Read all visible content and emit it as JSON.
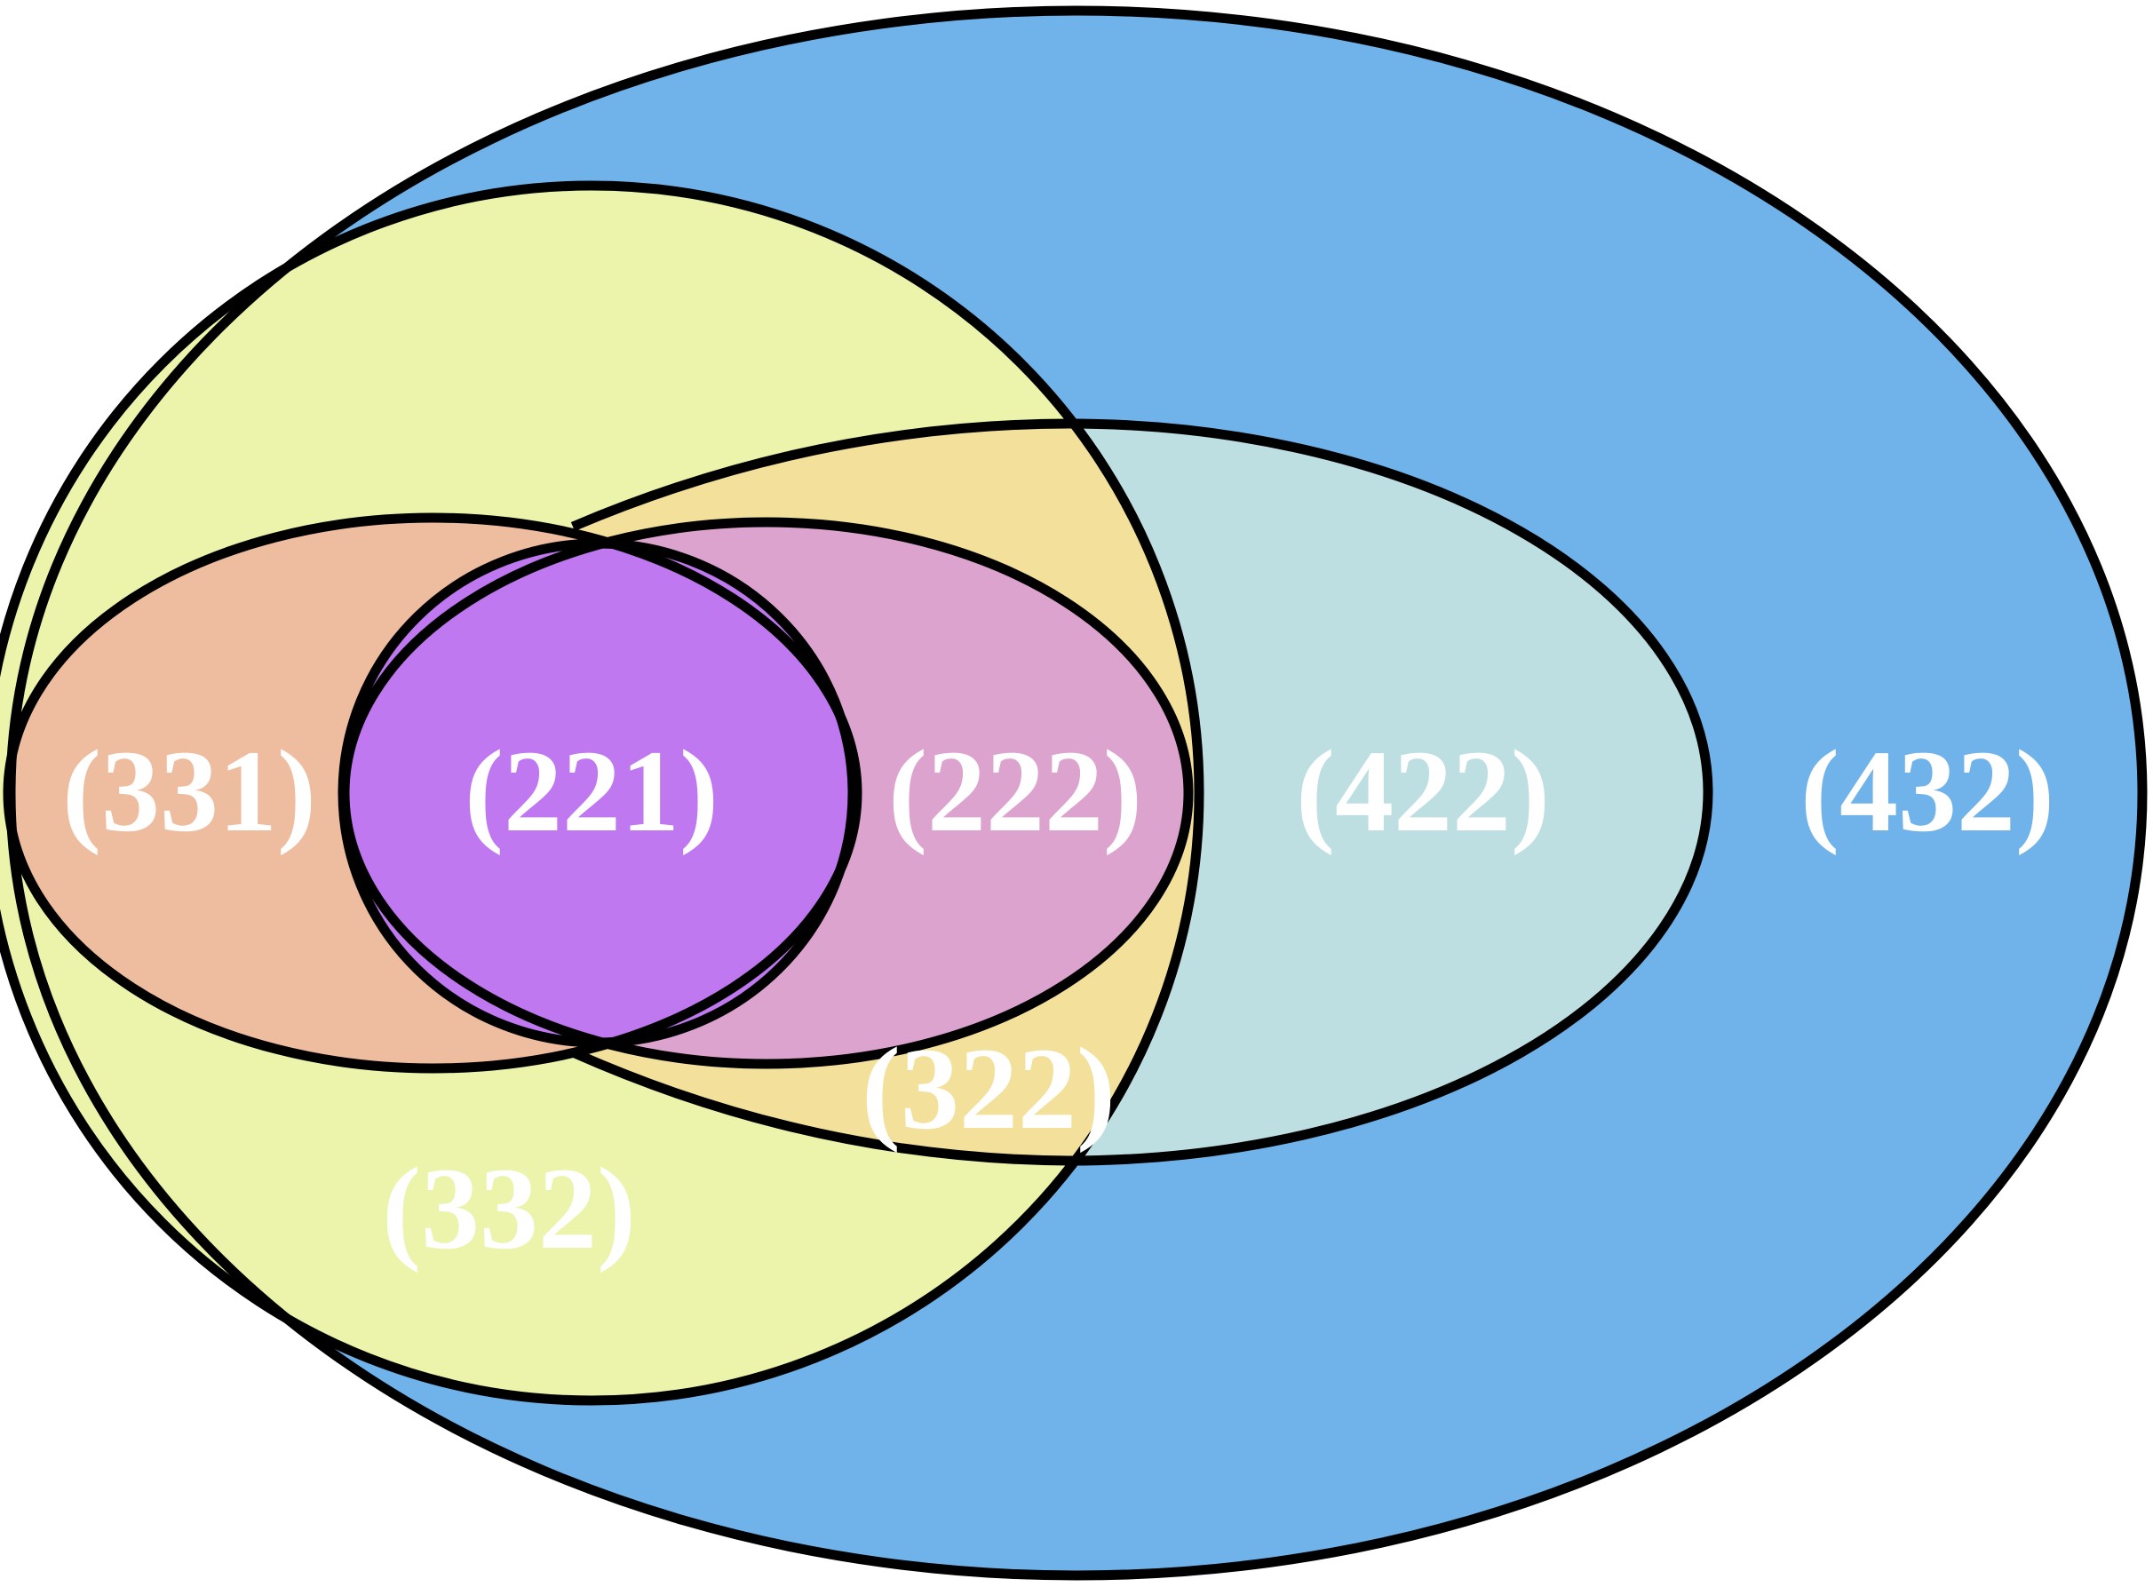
{
  "labels": {
    "l432": "(432)",
    "l422": "(422)",
    "l332": "(332)",
    "l322": "(322)",
    "l331": "(331)",
    "l222": "(222)",
    "l221": "(221)"
  },
  "colors": {
    "r432": "#6fb3ea",
    "r422": "#bedfe2",
    "r332": "#ecf3aa",
    "r322": "#f3e19b",
    "r331": "#eebc9e",
    "r222": "#dca3cf",
    "r221": "#bf78ef",
    "outline": "#000000",
    "label_text": "#ffffff"
  }
}
